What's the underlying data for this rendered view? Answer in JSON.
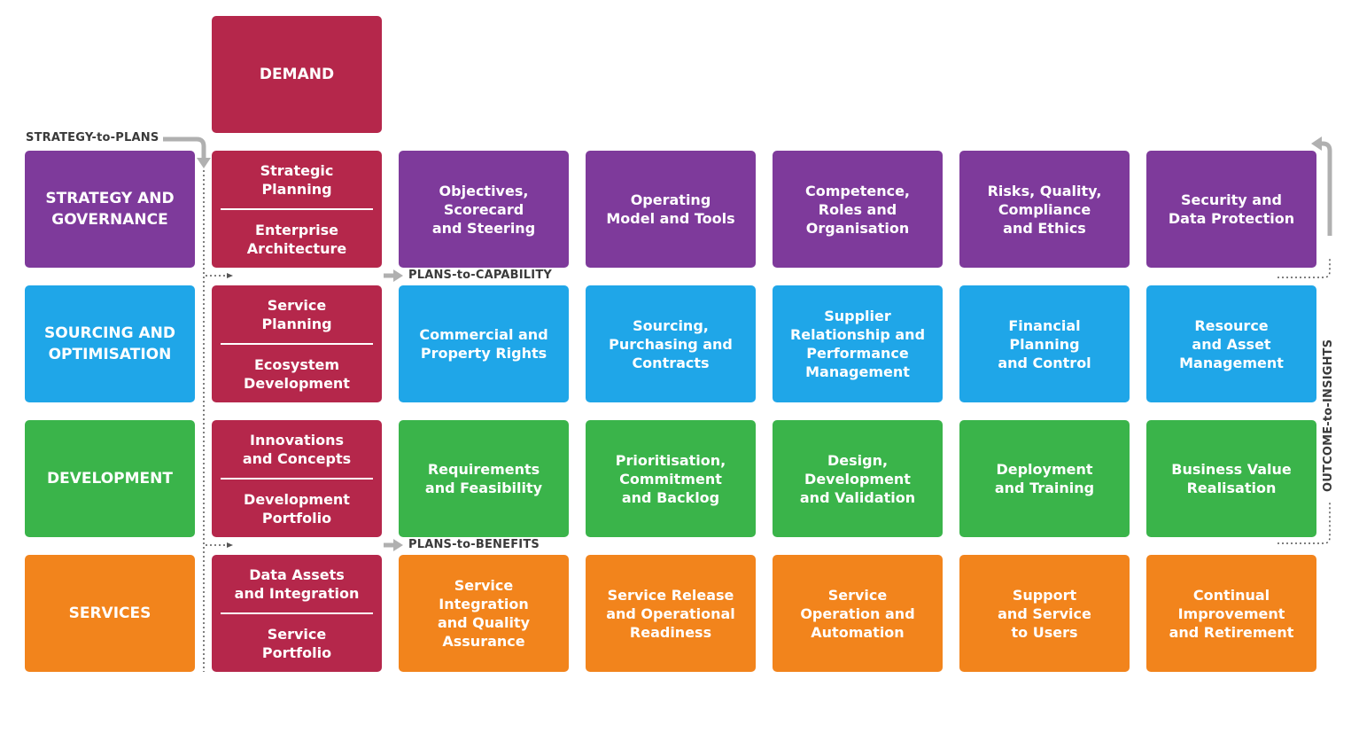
{
  "demand_header": "DEMAND",
  "flows": {
    "strategy_to_plans": "STRATEGY-to-PLANS",
    "plans_to_capability": "PLANS-to-CAPABILITY",
    "plans_to_benefits": "PLANS-to-BENEFITS",
    "outcome_to_insights": "OUTCOME-to-INSIGHTS"
  },
  "rows": [
    {
      "label": "STRATEGY AND\nGOVERNANCE",
      "demand": [
        "Strategic\nPlanning",
        "Enterprise\nArchitecture"
      ],
      "cells": [
        "Objectives,\nScorecard\nand Steering",
        "Operating\nModel and Tools",
        "Competence,\nRoles and\nOrganisation",
        "Risks, Quality,\nCompliance\nand Ethics",
        "Security and\nData Protection"
      ]
    },
    {
      "label": "SOURCING AND\nOPTIMISATION",
      "demand": [
        "Service\nPlanning",
        "Ecosystem\nDevelopment"
      ],
      "cells": [
        "Commercial and\nProperty Rights",
        "Sourcing,\nPurchasing and\nContracts",
        "Supplier\nRelationship and\nPerformance\nManagement",
        "Financial\nPlanning\nand Control",
        "Resource\nand Asset\nManagement"
      ]
    },
    {
      "label": "DEVELOPMENT",
      "demand": [
        "Innovations\nand Concepts",
        "Development\nPortfolio"
      ],
      "cells": [
        "Requirements\nand Feasibility",
        "Prioritisation,\nCommitment\nand Backlog",
        "Design,\nDevelopment\nand Validation",
        "Deployment\nand Training",
        "Business Value\nRealisation"
      ]
    },
    {
      "label": "SERVICES",
      "demand": [
        "Data Assets\nand Integration",
        "Service\nPortfolio"
      ],
      "cells": [
        "Service\nIntegration\nand Quality\nAssurance",
        "Service Release\nand Operational\nReadiness",
        "Service\nOperation and\nAutomation",
        "Support\nand Service\nto Users",
        "Continual\nImprovement\nand Retirement"
      ]
    }
  ],
  "colors": {
    "strategy": "#7e3a9b",
    "sourcing": "#1fa6e8",
    "development": "#3ab44a",
    "services": "#f2841c",
    "demand": "#b5274b"
  }
}
